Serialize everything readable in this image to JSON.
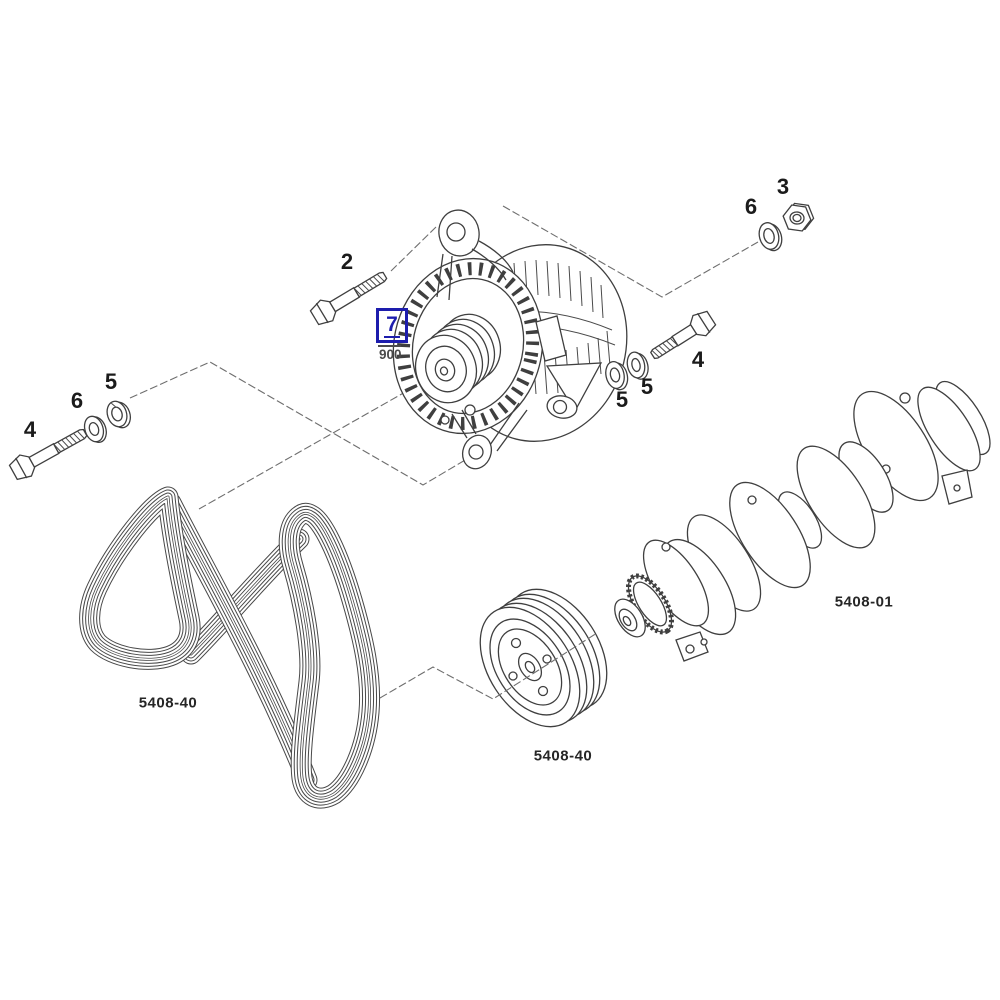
{
  "diagram": {
    "type": "exploded-parts-diagram",
    "background_color": "#ffffff",
    "line_color": "#3f3f3f",
    "highlight_color": "#1d1dad",
    "selected_callout": {
      "label": "7",
      "ref": "900"
    },
    "callouts": [
      {
        "id": "2",
        "label": "2"
      },
      {
        "id": "3",
        "label": "3"
      },
      {
        "id": "6-top",
        "label": "6"
      },
      {
        "id": "4-right",
        "label": "4"
      },
      {
        "id": "5-right-outer",
        "label": "5"
      },
      {
        "id": "5-right-inner",
        "label": "5"
      },
      {
        "id": "4-left",
        "label": "4"
      },
      {
        "id": "6-left",
        "label": "6"
      },
      {
        "id": "5-left",
        "label": "5"
      }
    ],
    "part_numbers": [
      {
        "id": "belt",
        "label": "5408-40"
      },
      {
        "id": "pulley",
        "label": "5408-40"
      },
      {
        "id": "crankshaft",
        "label": "5408-01"
      }
    ],
    "parts_depicted": [
      "alternator",
      "serpentine-belt",
      "crankshaft-pulley",
      "crankshaft",
      "bolt",
      "nut",
      "washer"
    ]
  }
}
